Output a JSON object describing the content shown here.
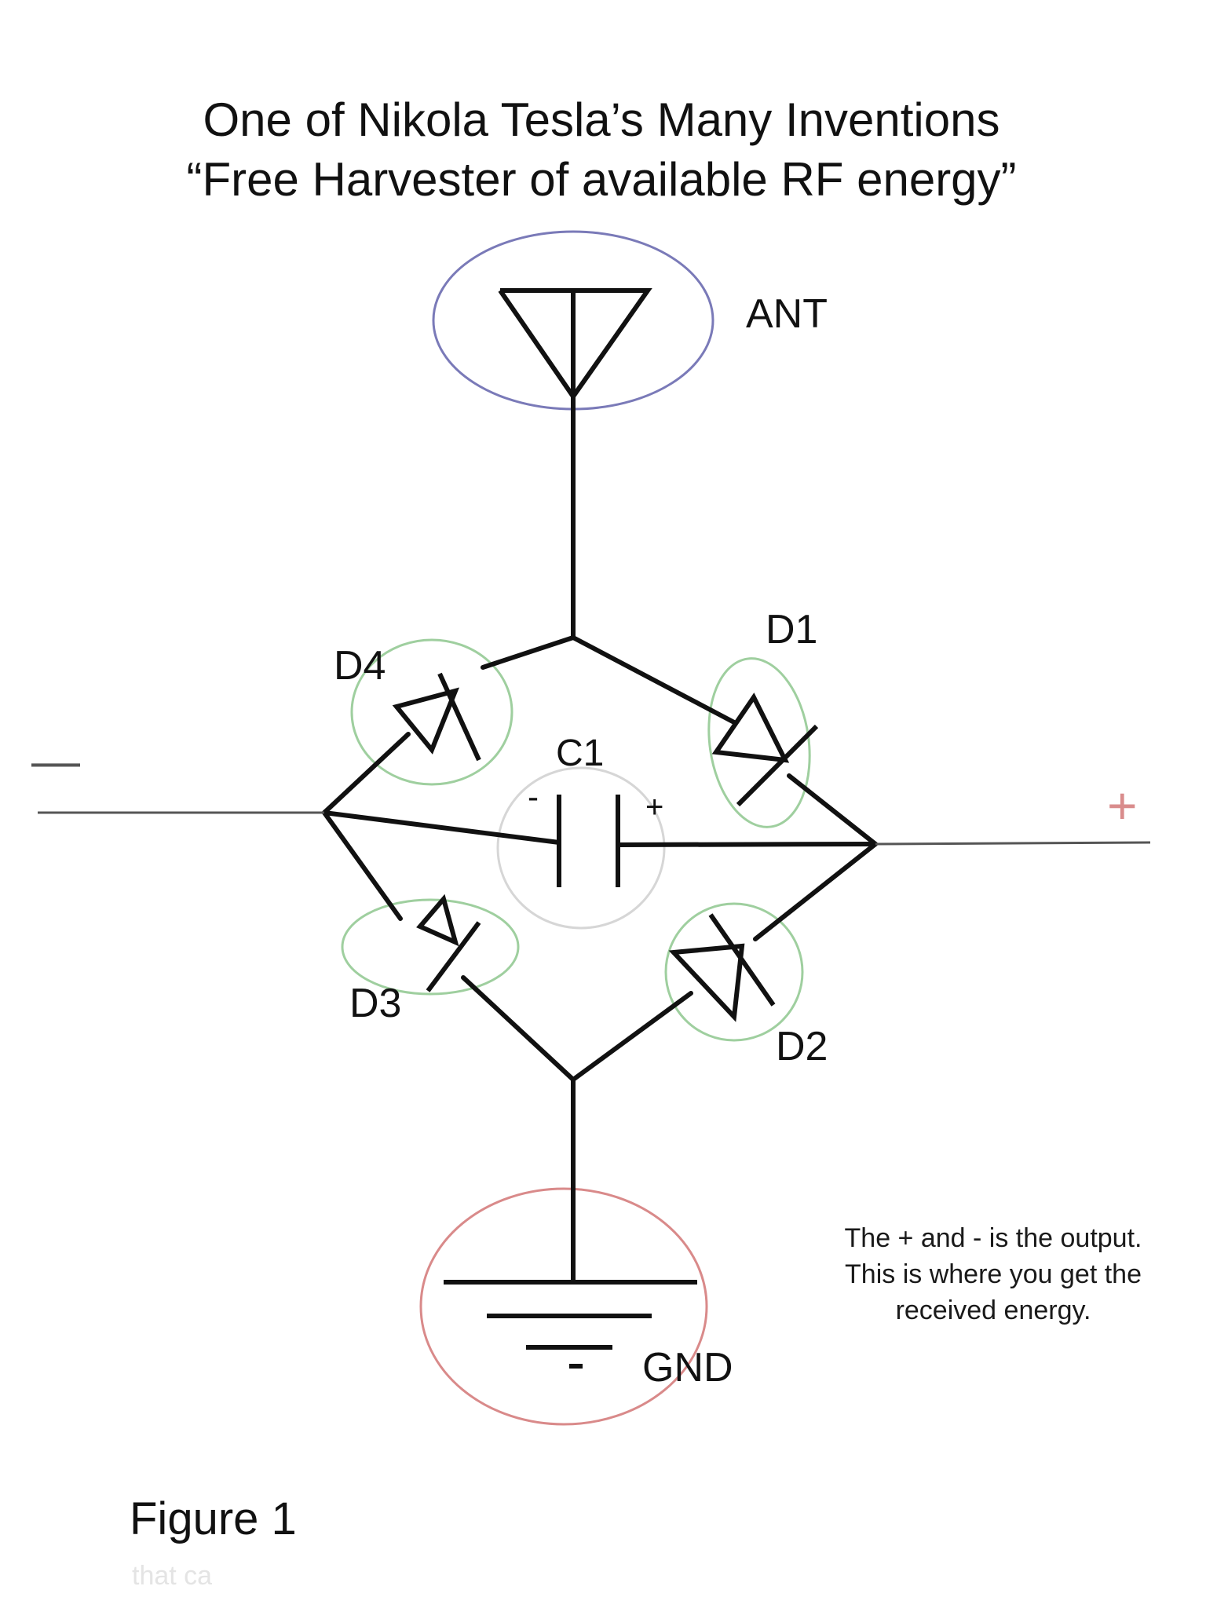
{
  "title": {
    "line1": "One of Nikola Tesla’s Many Inventions",
    "line2": "“Free Harvester of available RF energy”"
  },
  "labels": {
    "antenna": "ANT",
    "ground": "GND",
    "d1": "D1",
    "d2": "D2",
    "d3": "D3",
    "d4": "D4",
    "c1": "C1",
    "cap_minus": "-",
    "cap_plus": "+",
    "out_minus": "—",
    "out_plus": "+"
  },
  "note": {
    "line1": "The + and - is the output.",
    "line2": "This is where you get the",
    "line3": "received energy."
  },
  "caption": "Figure 1",
  "faint_text": "that ca",
  "colors": {
    "wire": "#111111",
    "antenna_ring": "#7a7ab8",
    "diode_ring": "#9fcf9f",
    "capacitor_ring": "#d6d6d6",
    "ground_ring": "#d98a8a",
    "output_plus": "#d98c8c",
    "output_minus": "#555555"
  }
}
